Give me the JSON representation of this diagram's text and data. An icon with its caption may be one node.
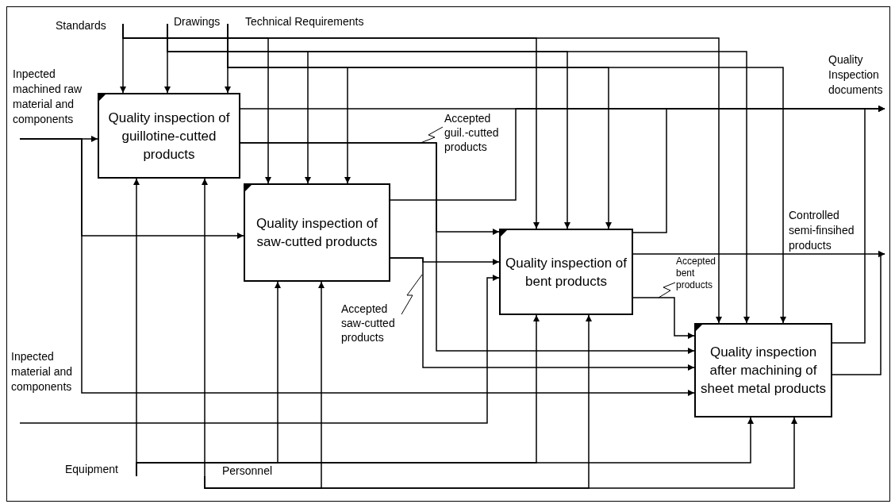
{
  "diagram": {
    "nodes": [
      {
        "text": [
          "Quality inspection of guillotine-cutted products"
        ]
      },
      {
        "text": [
          "Quality inspection of saw-cutted products"
        ]
      },
      {
        "text": [
          "Quality inspection of bent products"
        ]
      },
      {
        "text": [
          "Quality inspection after machining of sheet metal products"
        ]
      },
      {
        "text": [
          "Standards"
        ]
      },
      {
        "text": [
          "Drawings"
        ]
      },
      {
        "text": [
          "Technical Requirements"
        ]
      },
      {
        "text": [
          "Inpected machined raw material and components"
        ]
      },
      {
        "text": [
          "Inpected material and components"
        ]
      },
      {
        "text": [
          "Equipment"
        ]
      },
      {
        "text": [
          "Personnel"
        ]
      },
      {
        "text": [
          "Quality Inspection documents"
        ]
      },
      {
        "text": [
          "Controlled semi-finsihed products"
        ]
      }
    ],
    "edges": [
      {
        "from": 4,
        "to": 0,
        "arrow": "to"
      },
      {
        "from": 4,
        "to": 1,
        "arrow": "to"
      },
      {
        "from": 4,
        "to": 2,
        "arrow": "to"
      },
      {
        "from": 4,
        "to": 3,
        "arrow": "to"
      },
      {
        "from": 5,
        "to": 0,
        "arrow": "to"
      },
      {
        "from": 5,
        "to": 1,
        "arrow": "to"
      },
      {
        "from": 5,
        "to": 2,
        "arrow": "to"
      },
      {
        "from": 5,
        "to": 3,
        "arrow": "to"
      },
      {
        "from": 6,
        "to": 0,
        "arrow": "to"
      },
      {
        "from": 6,
        "to": 1,
        "arrow": "to"
      },
      {
        "from": 6,
        "to": 2,
        "arrow": "to"
      },
      {
        "from": 6,
        "to": 3,
        "arrow": "to"
      },
      {
        "from": 7,
        "to": 0,
        "arrow": "to"
      },
      {
        "from": 7,
        "to": 1,
        "arrow": "to"
      },
      {
        "from": 7,
        "to": 3,
        "arrow": "to"
      },
      {
        "from": 8,
        "to": 2,
        "arrow": "to"
      },
      {
        "from": 0,
        "to": 2,
        "arrow": "to",
        "label": "Accepted guil.-cutted products"
      },
      {
        "from": 0,
        "to": 3,
        "arrow": "to"
      },
      {
        "from": 0,
        "to": 11,
        "arrow": "to"
      },
      {
        "from": 1,
        "to": 2,
        "arrow": "to",
        "label": "Accepted saw-cutted products"
      },
      {
        "from": 1,
        "to": 3,
        "arrow": "to"
      },
      {
        "from": 1,
        "to": 11,
        "arrow": "to"
      },
      {
        "from": 2,
        "to": 3,
        "arrow": "to",
        "label": "Accepted bent products"
      },
      {
        "from": 2,
        "to": 11,
        "arrow": "to"
      },
      {
        "from": 2,
        "to": 12,
        "arrow": "to"
      },
      {
        "from": 3,
        "to": 11,
        "arrow": "to"
      },
      {
        "from": 3,
        "to": 12,
        "arrow": "to"
      },
      {
        "from": 9,
        "to": 0,
        "arrow": "to"
      },
      {
        "from": 9,
        "to": 1,
        "arrow": "to"
      },
      {
        "from": 9,
        "to": 2,
        "arrow": "to"
      },
      {
        "from": 9,
        "to": 3,
        "arrow": "to"
      },
      {
        "from": 10,
        "to": 0,
        "arrow": "to"
      },
      {
        "from": 10,
        "to": 1,
        "arrow": "to"
      },
      {
        "from": 10,
        "to": 2,
        "arrow": "to"
      },
      {
        "from": 10,
        "to": 3,
        "arrow": "to"
      }
    ]
  }
}
